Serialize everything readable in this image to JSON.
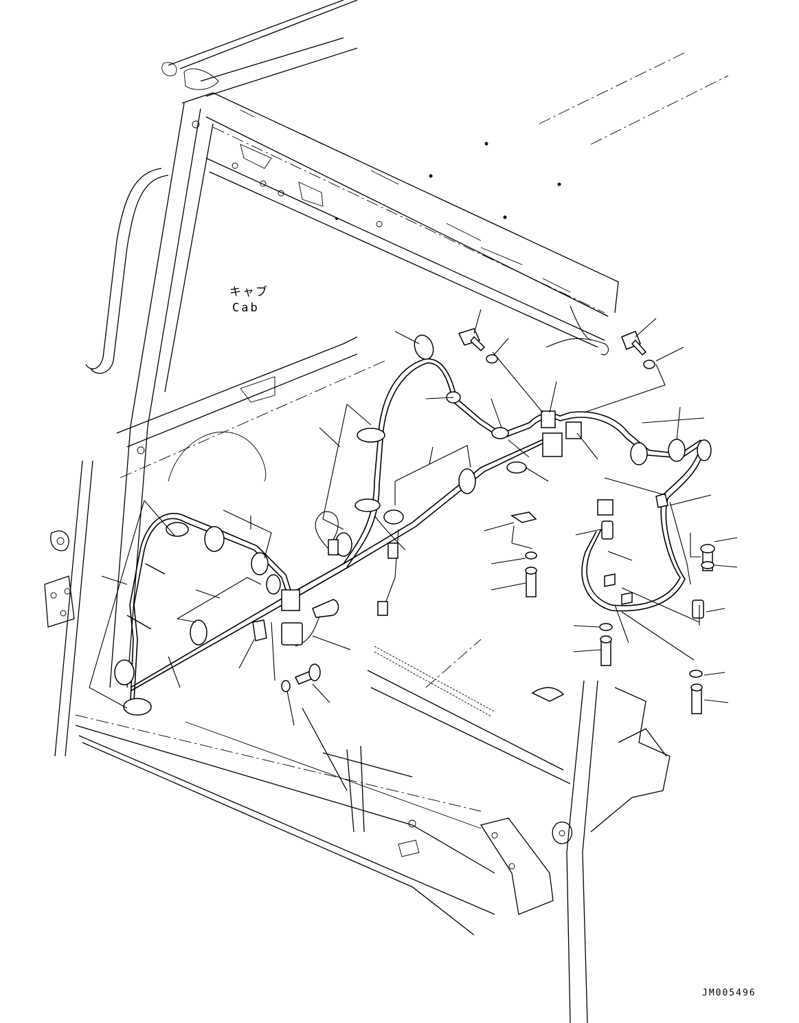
{
  "diagram": {
    "cab_label_jp": "キャブ",
    "cab_label_en": "Cab",
    "drawing_id": "JM005496"
  }
}
